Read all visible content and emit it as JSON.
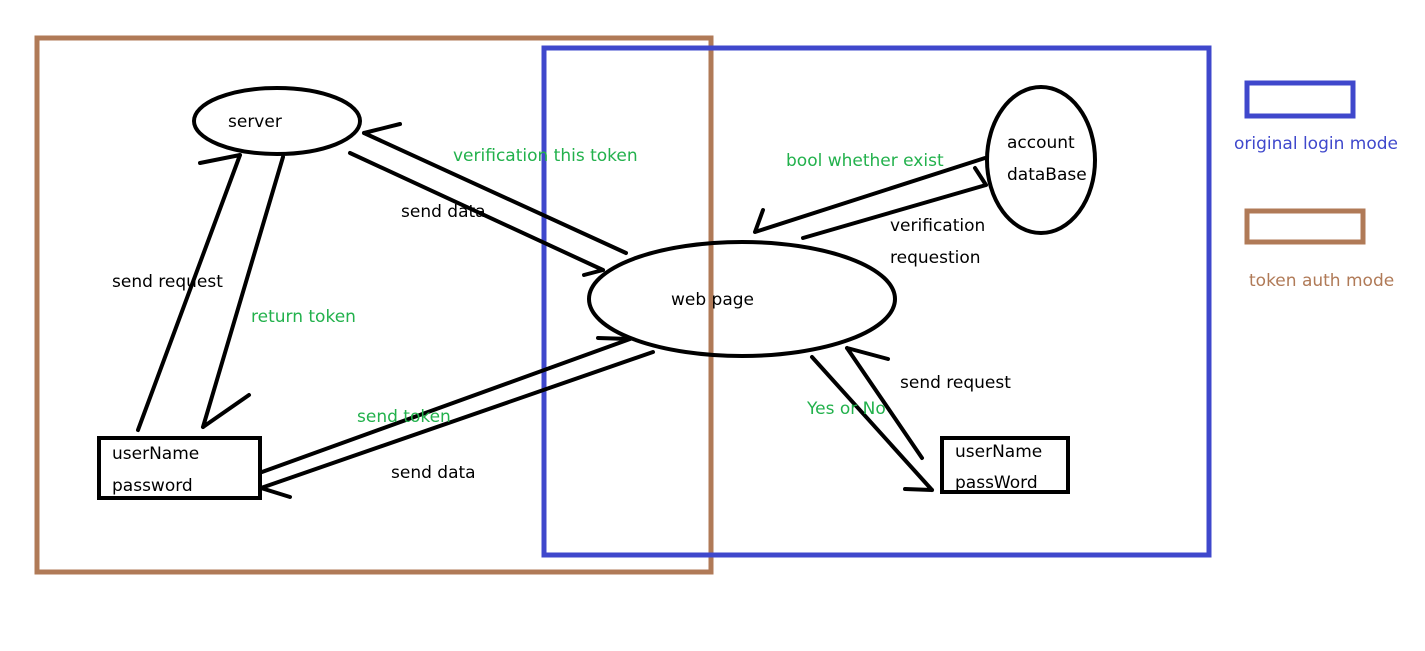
{
  "legend": {
    "original_label": "original login mode",
    "token_label": "token auth mode"
  },
  "nodes": {
    "server": "server",
    "webpage": "web page",
    "database_line1": "account",
    "database_line2": "dataBase",
    "user_left_line1": "userName",
    "user_left_line2": "password",
    "user_right_line1": "userName",
    "user_right_line2": "passWord"
  },
  "edges": {
    "verification_token": "verification  this token",
    "send_data_top": "send data",
    "send_request_left": "send request",
    "return_token": "return token",
    "send_token": "send token",
    "send_data_bottom": "send data",
    "bool_exist": "bool whether exist",
    "verification_line1": "verification",
    "verification_line2": "requestion",
    "send_request_right": "send request",
    "yes_or_no": "Yes or No"
  },
  "colors": {
    "original_mode": "#3f48cc",
    "token_mode": "#b07a57",
    "green_text": "#22b14c",
    "black": "#000000"
  }
}
